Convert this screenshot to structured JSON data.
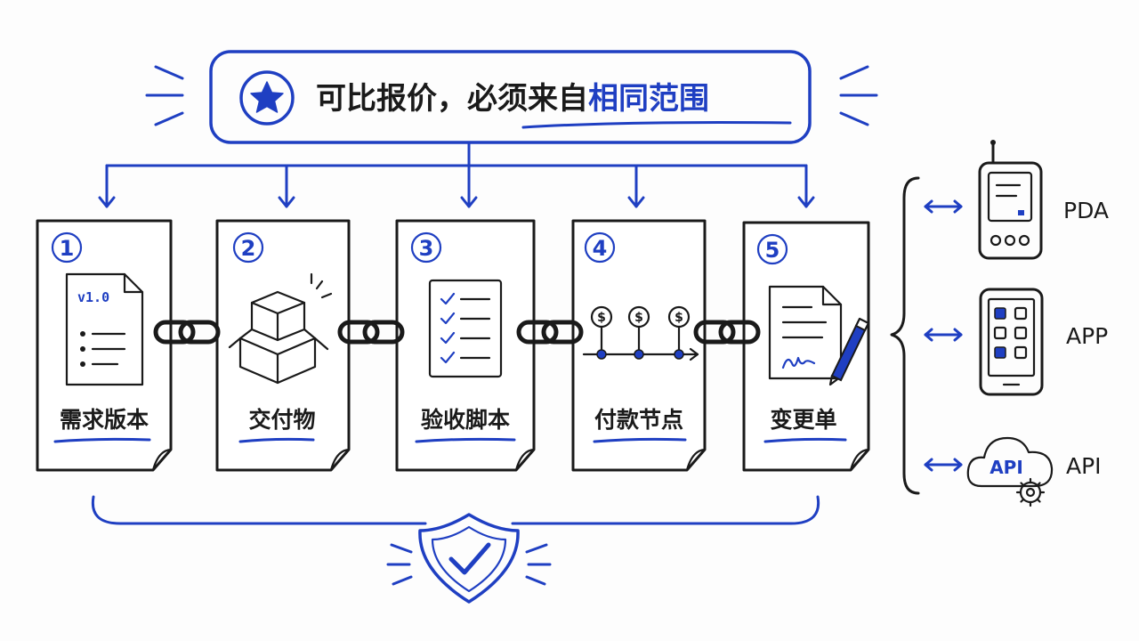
{
  "title": {
    "main": "可比报价，必须来自",
    "accent": "相同范围"
  },
  "steps": [
    {
      "number": "1",
      "label": "需求版本",
      "icon": "document-version-icon",
      "version": "v1.0"
    },
    {
      "number": "2",
      "label": "交付物",
      "icon": "box-icon"
    },
    {
      "number": "3",
      "label": "验收脚本",
      "icon": "checklist-icon"
    },
    {
      "number": "4",
      "label": "付款节点",
      "icon": "payment-timeline-icon",
      "currency": "$"
    },
    {
      "number": "5",
      "label": "变更单",
      "icon": "signed-form-icon"
    }
  ],
  "channels": [
    {
      "label": "PDA",
      "icon": "pda-device-icon"
    },
    {
      "label": "APP",
      "icon": "tablet-app-icon"
    },
    {
      "label": "API",
      "icon": "cloud-api-icon",
      "badge": "API"
    }
  ],
  "colors": {
    "accent": "#1f3fc2",
    "ink": "#1a1a1a",
    "paper": "#ffffff"
  },
  "icons": {
    "title": "star-badge-icon",
    "link": "chain-link-icon",
    "bottom": "shield-check-icon"
  }
}
